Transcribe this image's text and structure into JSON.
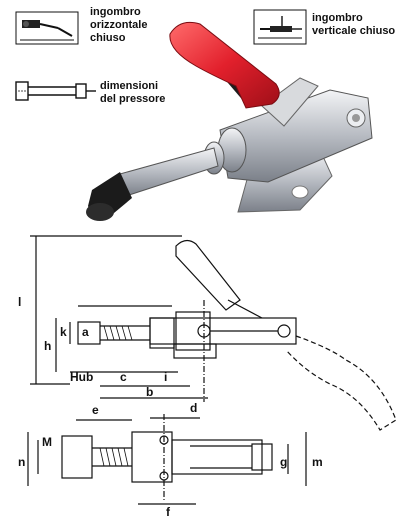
{
  "legend": {
    "horizontal_closed": "ingombro\norizzontale\nchiuso",
    "vertical_closed": "ingombro\nverticale chiuso",
    "presser_dimensions": "dimensioni\ndel pressore"
  },
  "dimension_labels": {
    "l": "l",
    "h": "h",
    "k": "k",
    "a": "a",
    "hub": "Hub",
    "c": "c",
    "i": "i",
    "b": "b",
    "e": "e",
    "d": "d",
    "M": "M",
    "n": "n",
    "g": "g",
    "m": "m",
    "f": "f"
  },
  "colors": {
    "handle_red": "#e2202c",
    "steel": "#c9ccd1",
    "line": "#111111"
  }
}
